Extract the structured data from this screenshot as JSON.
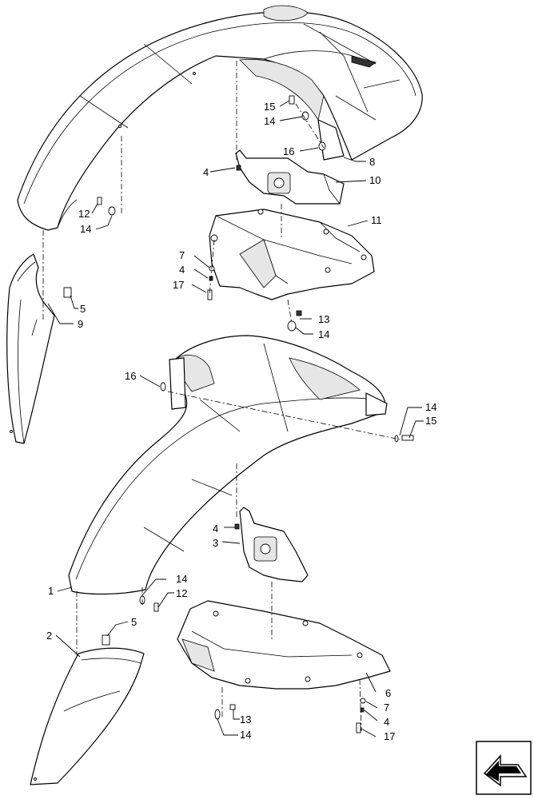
{
  "callouts": [
    {
      "id": "c1",
      "text": "1"
    },
    {
      "id": "c2",
      "text": "2"
    },
    {
      "id": "c3",
      "text": "3"
    },
    {
      "id": "c4a",
      "text": "4"
    },
    {
      "id": "c4b",
      "text": "4"
    },
    {
      "id": "c4c",
      "text": "4"
    },
    {
      "id": "c4d",
      "text": "4"
    },
    {
      "id": "c5a",
      "text": "5"
    },
    {
      "id": "c5b",
      "text": "5"
    },
    {
      "id": "c6",
      "text": "6"
    },
    {
      "id": "c7a",
      "text": "7"
    },
    {
      "id": "c7b",
      "text": "7"
    },
    {
      "id": "c8",
      "text": "8"
    },
    {
      "id": "c9",
      "text": "9"
    },
    {
      "id": "c10",
      "text": "10"
    },
    {
      "id": "c11",
      "text": "11"
    },
    {
      "id": "c12a",
      "text": "12"
    },
    {
      "id": "c12b",
      "text": "12"
    },
    {
      "id": "c13a",
      "text": "13"
    },
    {
      "id": "c13b",
      "text": "13"
    },
    {
      "id": "c14a",
      "text": "14"
    },
    {
      "id": "c14b",
      "text": "14"
    },
    {
      "id": "c14c",
      "text": "14"
    },
    {
      "id": "c14d",
      "text": "14"
    },
    {
      "id": "c14e",
      "text": "14"
    },
    {
      "id": "c14f",
      "text": "14"
    },
    {
      "id": "c15a",
      "text": "15"
    },
    {
      "id": "c15b",
      "text": "15"
    },
    {
      "id": "c16a",
      "text": "16"
    },
    {
      "id": "c16b",
      "text": "16"
    },
    {
      "id": "c17a",
      "text": "17"
    },
    {
      "id": "c17b",
      "text": "17"
    }
  ],
  "nav_icon": "arrow-navigation-icon"
}
